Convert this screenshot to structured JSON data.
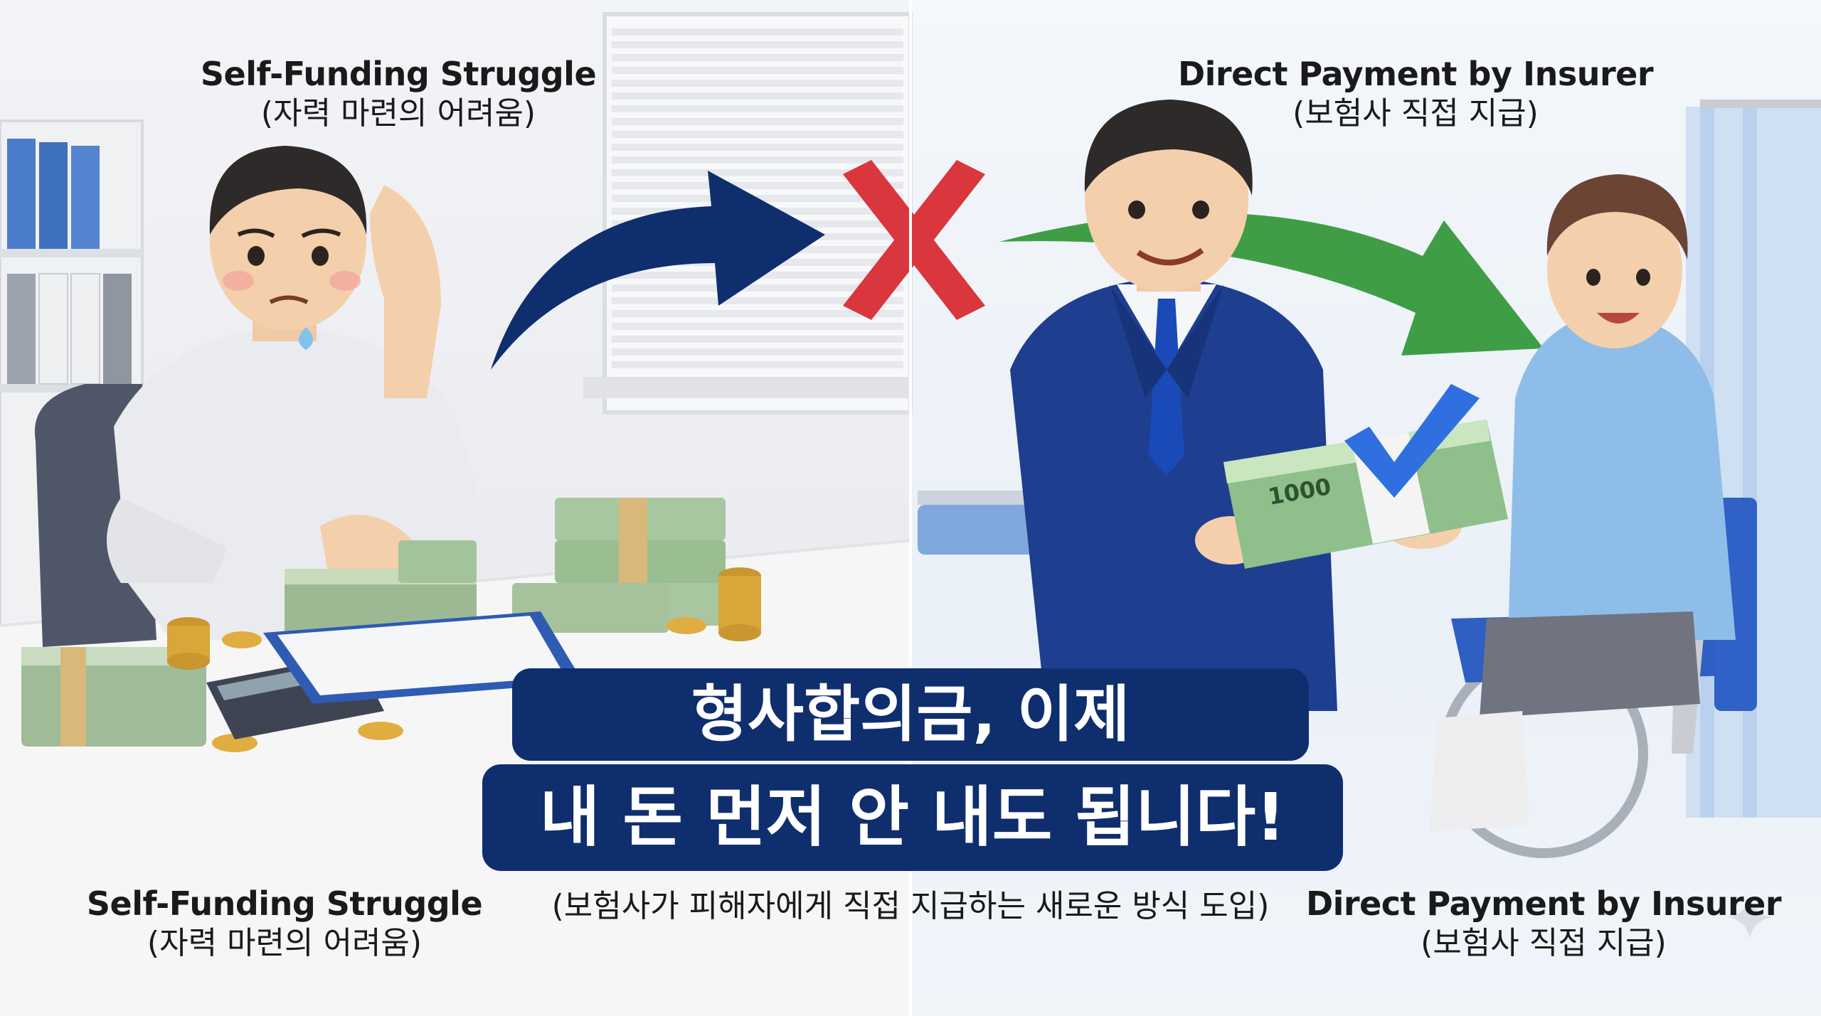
{
  "left_panel": {
    "title_en": "Self-Funding Struggle",
    "title_ko": "(자력 마련의 어려움)",
    "bottom_en": "Self-Funding Struggle",
    "bottom_ko": "(자력 마련의 어려움)"
  },
  "right_panel": {
    "title_en": "Direct Payment by Insurer",
    "title_ko": "(보험사 직접 지급)",
    "bottom_en": "Direct Payment by Insurer",
    "bottom_ko": "(보험사 직접 지급)"
  },
  "banner": {
    "line1": "형사합의금, 이제",
    "line2": "내 돈 먼저 안 내도 됩니다!",
    "subline": "(보험사가 피해자에게 직접 지급하는 새로운 방식 도입)"
  },
  "banknote_label": "1000",
  "colors": {
    "banner_bg": "#0f2e6e",
    "left_arrow": "#0f2e6e",
    "cross": "#d9363e",
    "right_arrow": "#3f9e45",
    "check": "#2f6fe0"
  },
  "icons": [
    "curved-arrow-icon",
    "cross-mark-icon",
    "green-arrow-icon",
    "check-mark-icon",
    "sparkle-icon"
  ]
}
